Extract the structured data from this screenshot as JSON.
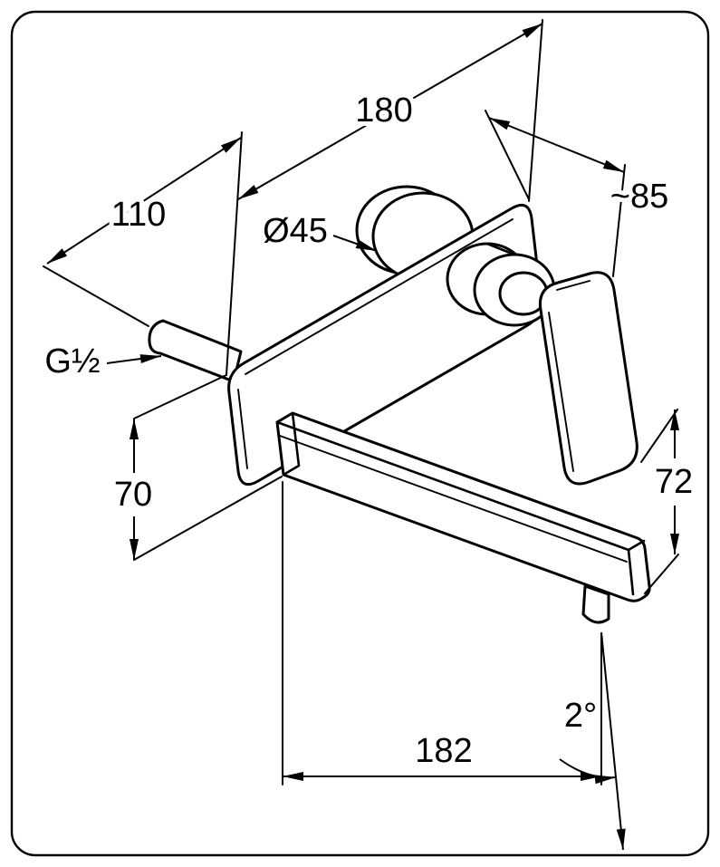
{
  "canvas": {
    "background": "#ffffff",
    "line_color": "#000000"
  },
  "dimension_labels": {
    "plate_length": "180",
    "inlet_depth": "110",
    "handle_projection": "~85",
    "rosette_diameter": "Ø45",
    "connection_thread": "G½",
    "drop_left": "70",
    "drop_right": "72",
    "spout_reach": "182",
    "spout_angle": "2°"
  }
}
